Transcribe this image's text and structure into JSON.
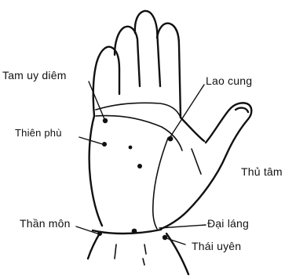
{
  "diagram": {
    "colors": {
      "ink": "#111111",
      "background": "#ffffff"
    },
    "labels": {
      "tam_uy_diem": "Tam uy diêm",
      "lao_cung": "Lao cung",
      "thien_phu": "Thiên phù",
      "thu_tam": "Thủ tâm",
      "than_mon": "Thần môn",
      "dai_lang": "Đại láng",
      "thai_uyen": "Thái uyên"
    }
  }
}
